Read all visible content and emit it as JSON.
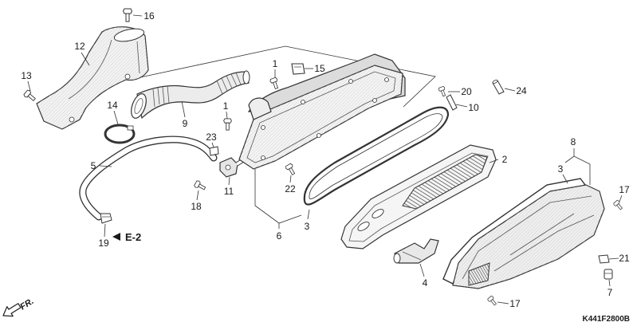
{
  "callouts": [
    {
      "label": "16"
    },
    {
      "label": "12"
    },
    {
      "label": "13"
    },
    {
      "label": "1"
    },
    {
      "label": "15"
    },
    {
      "label": "14"
    },
    {
      "label": "9"
    },
    {
      "label": "1"
    },
    {
      "label": "23"
    },
    {
      "label": "20"
    },
    {
      "label": "10"
    },
    {
      "label": "24"
    },
    {
      "label": "2"
    },
    {
      "label": "8"
    },
    {
      "label": "3"
    },
    {
      "label": "17"
    },
    {
      "label": "5"
    },
    {
      "label": "11"
    },
    {
      "label": "22"
    },
    {
      "label": "18"
    },
    {
      "label": "6"
    },
    {
      "label": "3"
    },
    {
      "label": "19"
    },
    {
      "label": "4"
    },
    {
      "label": "21"
    },
    {
      "label": "7"
    },
    {
      "label": "17"
    }
  ],
  "reference": {
    "label": "E-2"
  },
  "direction": {
    "label": "FR."
  },
  "drawing_code": "K441F2800B"
}
